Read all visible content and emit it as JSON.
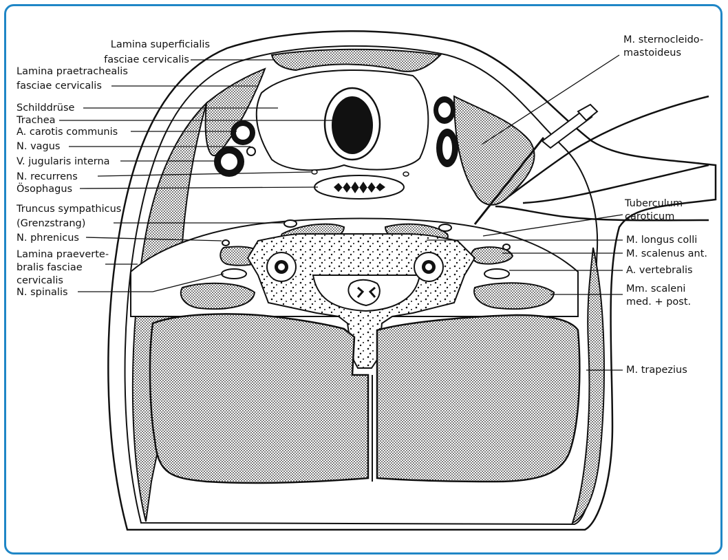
{
  "colors": {
    "frame_border": "#1f86c6",
    "muscle_fill": "#9a9a9a",
    "outline": "#111111"
  },
  "labels_left": [
    {
      "lines": [
        "Lamina superficialis",
        "fasciae cervicalis"
      ]
    },
    {
      "lines": [
        "Lamina praetrachealis",
        "fasciae cervicalis"
      ]
    },
    {
      "lines": [
        "Schilddrüse"
      ]
    },
    {
      "lines": [
        "Trachea"
      ]
    },
    {
      "lines": [
        "A. carotis communis"
      ]
    },
    {
      "lines": [
        "N. vagus"
      ]
    },
    {
      "lines": [
        "V. jugularis interna"
      ]
    },
    {
      "lines": [
        "N. recurrens"
      ]
    },
    {
      "lines": [
        "Ösophagus"
      ]
    },
    {
      "lines": [
        "Truncus sympathicus",
        "(Grenzstrang)"
      ]
    },
    {
      "lines": [
        "N. phrenicus"
      ]
    },
    {
      "lines": [
        "Lamina praeverte-",
        "bralis fasciae",
        "cervicalis"
      ]
    },
    {
      "lines": [
        "N. spinalis"
      ]
    }
  ],
  "labels_right": [
    {
      "lines": [
        "M. sternocleido-",
        "mastoideus"
      ]
    },
    {
      "lines": [
        "Tuberculum",
        "caroticum"
      ]
    },
    {
      "lines": [
        "M. longus colli"
      ]
    },
    {
      "lines": [
        "M. scalenus ant."
      ]
    },
    {
      "lines": [
        "A. vertebralis"
      ]
    },
    {
      "lines": [
        "Mm. scaleni",
        "med. + post."
      ]
    },
    {
      "lines": [
        "M. trapezius"
      ]
    }
  ]
}
